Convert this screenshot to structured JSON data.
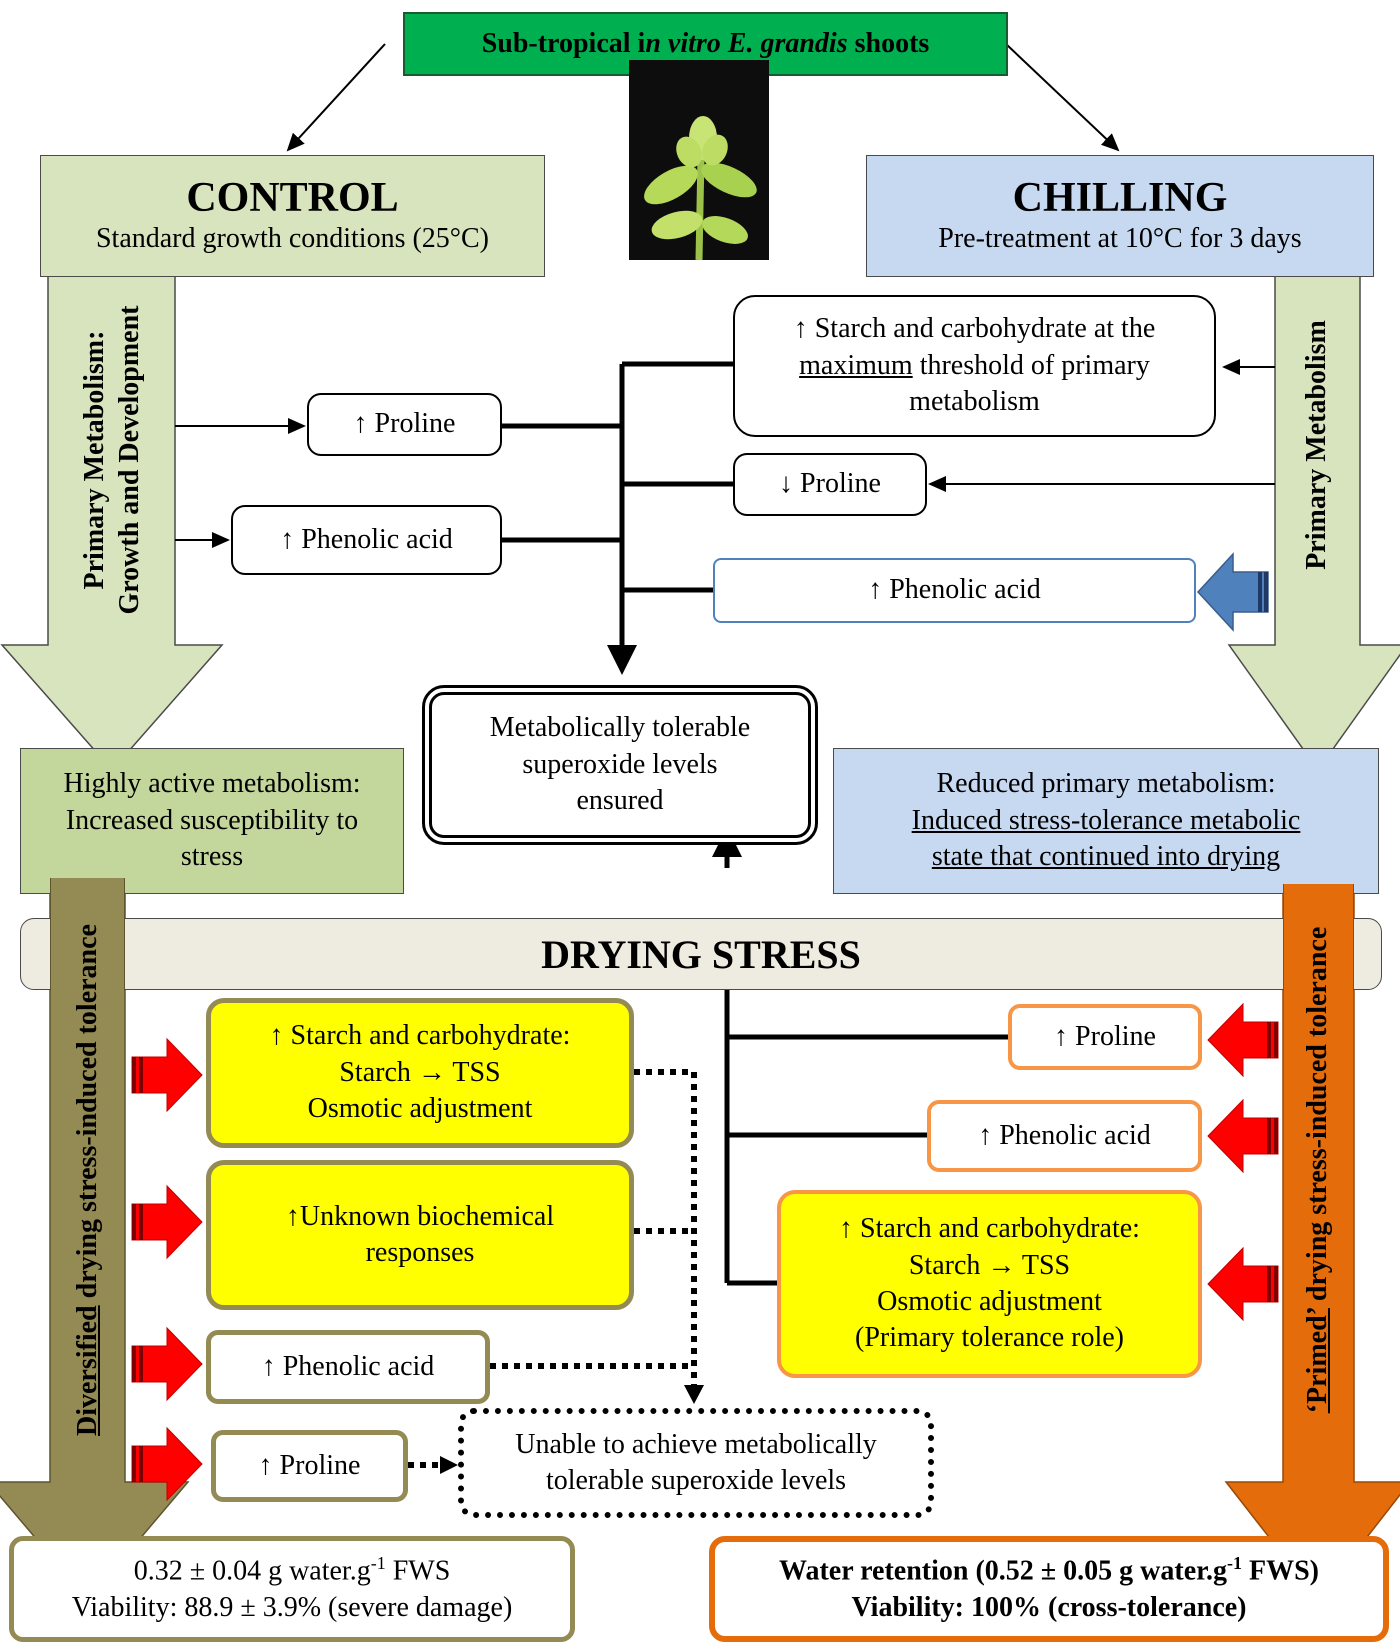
{
  "header": {
    "title_prefix": "Sub-tropical i",
    "title_italic": "n vitro E. grandis",
    "title_suffix": " shoots"
  },
  "control": {
    "title": "CONTROL",
    "subtitle": "Standard growth conditions (25°C)",
    "vertical_label_line1": "Primary Metabolism:",
    "vertical_label_line2": "Growth and Development",
    "proline": "Proline",
    "phenolic": "Phenolic acid",
    "outcome_line1": "Highly active metabolism:",
    "outcome_line2": "Increased susceptibility to",
    "outcome_line3": "stress"
  },
  "chilling": {
    "title": "CHILLING",
    "subtitle": "Pre-treatment at 10°C for 3 days",
    "vertical_label": "Primary Metabolism",
    "starch_line1": "Starch and carbohydrate at the",
    "starch_line2_u": "maximum",
    "starch_line2_rest": " threshold of primary",
    "starch_line3": "metabolism",
    "proline": "Proline",
    "phenolic": "Phenolic acid",
    "outcome_line1": "Reduced primary metabolism:",
    "outcome_line2": "Induced stress-tolerance metabolic",
    "outcome_line3": "state that continued into drying"
  },
  "center": {
    "line1": "Metabolically tolerable",
    "line2": "superoxide levels",
    "line3": "ensured"
  },
  "drying": {
    "label": "DRYING STRESS"
  },
  "left_drying": {
    "arrow_label_u": "Diversified",
    "arrow_label_rest": " drying stress-induced tolerance",
    "starch_line1": "Starch and carbohydrate:",
    "starch_line2": "Starch → TSS",
    "starch_line3": "Osmotic adjustment",
    "unknown_line1": "Unknown biochemical",
    "unknown_line2": "responses",
    "phenolic": "Phenolic acid",
    "proline": "Proline",
    "unable_line1": "Unable to achieve metabolically",
    "unable_line2": "tolerable superoxide levels",
    "result_line1_pre": "0.32 ± 0.04 g water.g",
    "result_line1_sup": "-1",
    "result_line1_post": " FWS",
    "result_line2": "Viability: 88.9 ± 3.9% (severe damage)"
  },
  "right_drying": {
    "arrow_label_u": "‘Primed’",
    "arrow_label_rest": " drying stress-induced tolerance",
    "proline": "Proline",
    "phenolic": "Phenolic acid",
    "starch_line1": "Starch and carbohydrate:",
    "starch_line2": "Starch → TSS",
    "starch_line3": "Osmotic adjustment",
    "starch_line4": "(Primary tolerance role)",
    "result_line1_pre": "Water retention (0.52 ± 0.05 g water.g",
    "result_line1_sup": "-1",
    "result_line1_post": " FWS)",
    "result_line2": "Viability: 100% (cross-tolerance)"
  },
  "symbols": {
    "up": "↑",
    "down": "↓"
  },
  "colors": {
    "header_green": "#00b050",
    "control_green": "#d7e4bd",
    "chilling_blue": "#c6d9f1",
    "drying_band": "#eeece1",
    "olive": "#948a54",
    "orange": "#e46c0a",
    "orange_border": "#f79646",
    "yellow": "#ffff00",
    "red": "#ff0000",
    "blue_arrow": "#4f81bd"
  }
}
